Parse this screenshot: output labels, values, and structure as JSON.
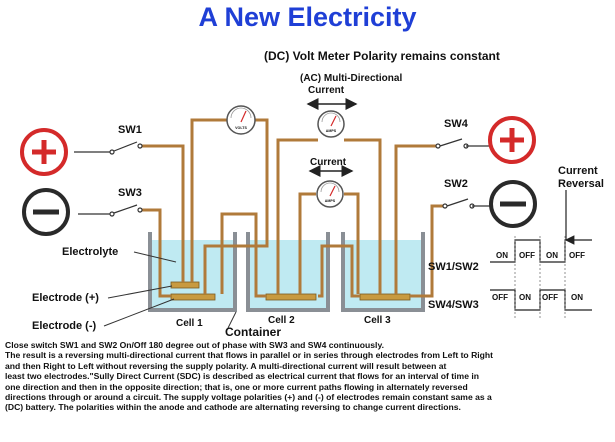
{
  "title": "A New Electricity",
  "labels": {
    "dc_meter": "(DC) Volt Meter Polarity remains constant",
    "ac_line1": "(AC) Multi-Directional",
    "ac_line2": "Current",
    "current": "Current",
    "sw1": "SW1",
    "sw3": "SW3",
    "sw4": "SW4",
    "sw2": "SW2",
    "current_reversal_1": "Current",
    "current_reversal_2": "Reversal",
    "sw1_sw2": "SW1/SW2",
    "sw4_sw3": "SW4/SW3",
    "electrolyte": "Electrolyte",
    "electrode_pos": "Electrode (+)",
    "electrode_neg": "Electrode (-)",
    "cell1": "Cell 1",
    "cell2": "Cell 2",
    "cell3": "Cell 3",
    "container": "Container",
    "plus_symbol": "+",
    "minus_symbol": "−"
  },
  "timing": {
    "row1": [
      "ON",
      "OFF",
      "ON",
      "OFF"
    ],
    "row2": [
      "OFF",
      "ON",
      "OFF",
      "ON"
    ]
  },
  "meters": {
    "dc_face": "VOLTS",
    "ac_face": "AMPS",
    "current_face": "AMPS"
  },
  "description": [
    "Close switch SW1 and SW2 On/Off 180 degree out of phase with SW3 and SW4 continuously.",
    "The result is a reversing multi-directional current that flows in parallel or in series through electrodes from Left to Right",
    "and then Right to Left without  reversing the supply polarity. A multi-directional current will result between at",
    " least two electrodes.\"Sully Direct Current (SDC) is described as electrical current that flows for an interval of time in",
    "one direction and then in the opposite direction; that is, one or more current paths flowing in alternately reversed",
    "directions through or around a circuit. The supply voltage polarities (+) and (-) of electrodes remain constant same as a",
    "(DC) battery. The polarities within the anode and cathode are alternating reversing to change current directions."
  ],
  "colors": {
    "title": "#1f3fd6",
    "positive": "#d42a2a",
    "negative": "#2a2a2a",
    "wire": "#b07a3a",
    "electrolyte": "#bfeaf2",
    "electrode": "#c89a40",
    "container": "#8a8f95"
  }
}
